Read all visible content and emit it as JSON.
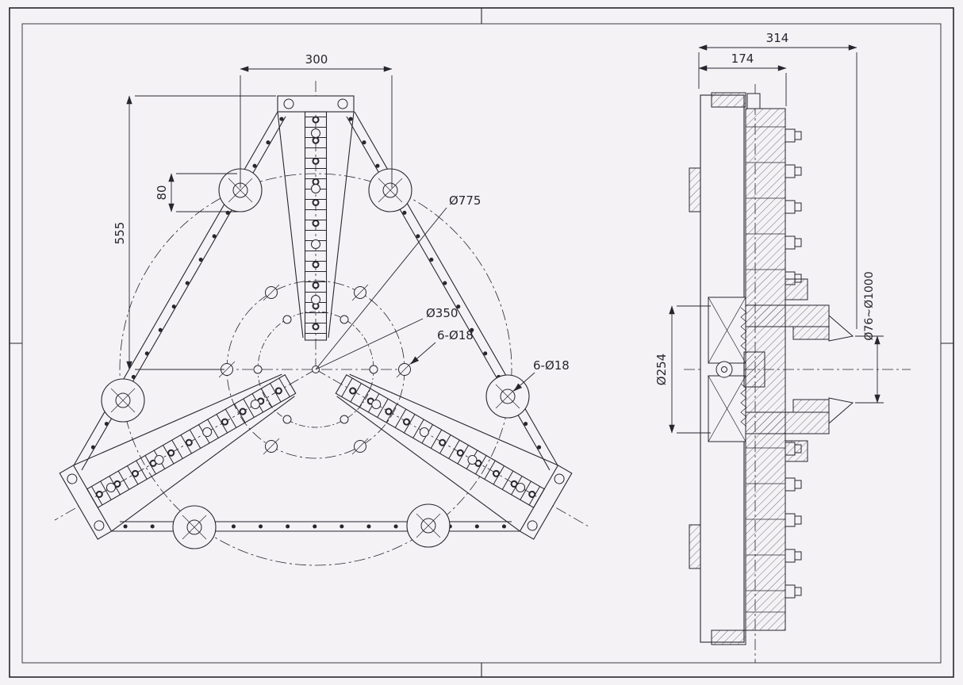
{
  "sheet": {
    "background": "#f5f2f5",
    "line_color": "#26262e"
  },
  "front_view": {
    "dims": {
      "width_300": "300",
      "height_555": "555",
      "offset_80": "80",
      "bolt_circle_dia": "Ø775",
      "inner_circle_dia": "Ø350",
      "inner_holes": "6-Ø18",
      "ear_holes": "6-Ø18"
    }
  },
  "side_view": {
    "dims": {
      "depth_overall": "314",
      "depth_plate": "174",
      "hub_dia": "Ø254",
      "clamp_range": "Ø76~Ø1000"
    }
  }
}
